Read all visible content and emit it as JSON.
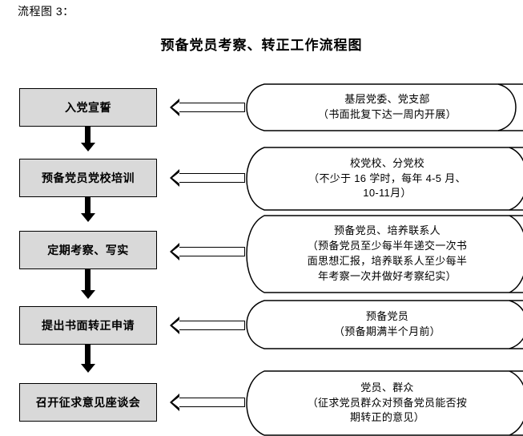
{
  "caption": "流程图 3：",
  "title": "预备党员考察、转正工作流程图",
  "colors": {
    "box_fill": "#d9d9d9",
    "box_border": "#000000",
    "arrow_fill": "#ffffff",
    "connector": "#000000"
  },
  "flow": {
    "steps": [
      {
        "label": "入党宣誓",
        "note_lines": [
          "基层党委、党支部",
          "（书面批复下达一周内开展）"
        ]
      },
      {
        "label": "预备党员党校培训",
        "note_lines": [
          "校党校、分党校",
          "（不少于 16 学时，每年 4-5 月、",
          "10-11月）"
        ]
      },
      {
        "label": "定期考察、写实",
        "note_lines": [
          "预备党员、培养联系人",
          "（预备党员至少每半年递交一次书",
          "面思想汇报，培养联系人至少每半",
          "年考察一次并做好考察纪实）"
        ]
      },
      {
        "label": "提出书面转正申请",
        "note_lines": [
          "预备党员",
          "（预备期满半个月前）"
        ]
      },
      {
        "label": "召开征求意见座谈会",
        "note_lines": [
          "党员、群众",
          "（征求党员群众对预备党员能否按",
          "期转正的意见）"
        ]
      }
    ]
  },
  "icons": {
    "left_arrow": "arrow-left-icon",
    "down_arrow": "arrow-down-icon"
  }
}
